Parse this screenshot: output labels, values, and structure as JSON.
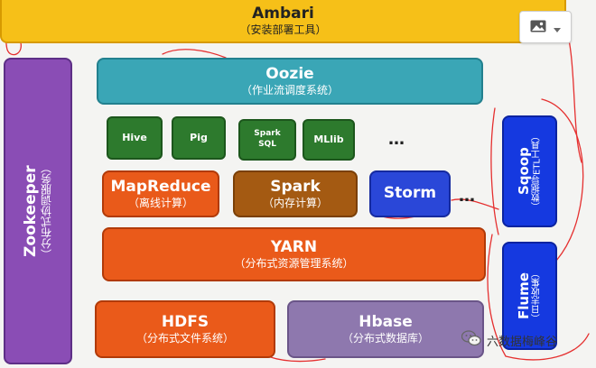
{
  "ambari": {
    "title": "Ambari",
    "subtitle": "（安装部署工具）"
  },
  "zookeeper": {
    "title": "Zookeeper",
    "subtitle": "（分布式协调服务）"
  },
  "oozie": {
    "title": "Oozie",
    "subtitle": "（作业流调度系统）"
  },
  "small_tools": [
    "Hive",
    "Pig",
    "Spark SQL",
    "MLlib"
  ],
  "ellipsis_top": "…",
  "ellipsis_mid": "…",
  "mapreduce": {
    "title": "MapReduce",
    "subtitle": "（离线计算）"
  },
  "spark": {
    "title": "Spark",
    "subtitle": "（内存计算）"
  },
  "storm": {
    "title": "Storm"
  },
  "yarn": {
    "title": "YARN",
    "subtitle": "（分布式资源管理系统）"
  },
  "hdfs": {
    "title": "HDFS",
    "subtitle": "（分布式文件系统）"
  },
  "hbase": {
    "title": "Hbase",
    "subtitle": "（分布式数据库）"
  },
  "sqoop": {
    "title": "Sqoop",
    "subtitle": "（数据导ETL工具）"
  },
  "flume": {
    "title": "Flume",
    "subtitle": "（日志收集）"
  },
  "watermark": "六数据梅峰谷",
  "colors": {
    "ambari": "#f6c018",
    "oozie": "#3aa6b6",
    "orange": "#ea5a1a",
    "purple": "#8a4db5",
    "blue": "#1539e0",
    "green": "#2d7a2d",
    "ink": "#e53030"
  }
}
